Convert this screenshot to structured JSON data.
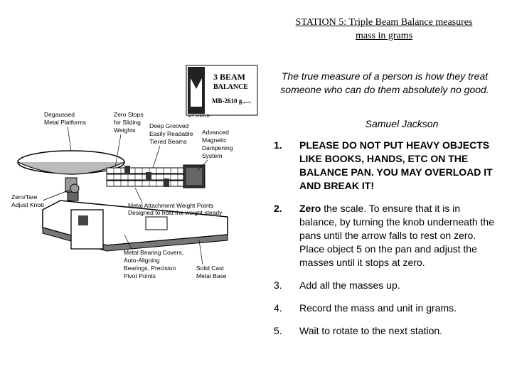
{
  "title": {
    "line1": "STATION 5: Triple Beam Balance measures",
    "line2": "mass in grams"
  },
  "quote": {
    "text": "The true measure of a person is how they treat someone who can do them absolutely no good.",
    "author": "Samuel Jackson"
  },
  "steps": [
    {
      "num": "1.",
      "text": "PLEASE DO NOT PUT HEAVY OBJECTS LIKE BOOKS, HANDS, ETC ON THE BALANCE PAN. YOU MAY OVERLOAD IT AND BREAK IT!"
    },
    {
      "num": "2.",
      "bold_word": "Zero",
      "text": " the scale. To ensure that it is in balance,  by turning the knob underneath the pans until the arrow falls to rest on zero. Place object 5 on the pan and adjust the masses until it stops at zero."
    },
    {
      "num": "3.",
      "text": "Add all the masses up."
    },
    {
      "num": "4.",
      "text": "Record the mass and unit in grams."
    },
    {
      "num": "5.",
      "text": "Wait to rotate to the next station."
    }
  ],
  "diagram": {
    "logo_brand": "MY WEIGH",
    "logo_title_1": "3 BEAM",
    "logo_title_2": "BALANCE",
    "logo_model": "MB-2610 g",
    "logo_capacity": "capacity",
    "labels": {
      "degaussed_1": "Degaussed",
      "degaussed_2": "Metal Platforms",
      "zero_stops_1": "Zero Stops",
      "zero_stops_2": "for Sliding",
      "zero_stops_3": "Weights",
      "grooved_1": "Deep Grooved",
      "grooved_2": "Easily Readable",
      "grooved_3": "Tiered Beams",
      "advanced_1": "Advanced",
      "advanced_2": "Magnetic",
      "advanced_3": "Dampening",
      "advanced_4": "System",
      "zero_tare_1": "Zero/Tare",
      "zero_tare_2": "Adjust Knob",
      "attach_1": "Metal Attachment Weight Points",
      "attach_2": "Designed to hold the weight steady",
      "bearing_1": "Metal Bearing Covers,",
      "bearing_2": "Auto-Aligning",
      "bearing_3": "Bearings, Precision",
      "bearing_4": "Pivot Points",
      "cast_1": "Solid Cast",
      "cast_2": "Metal Base"
    }
  }
}
